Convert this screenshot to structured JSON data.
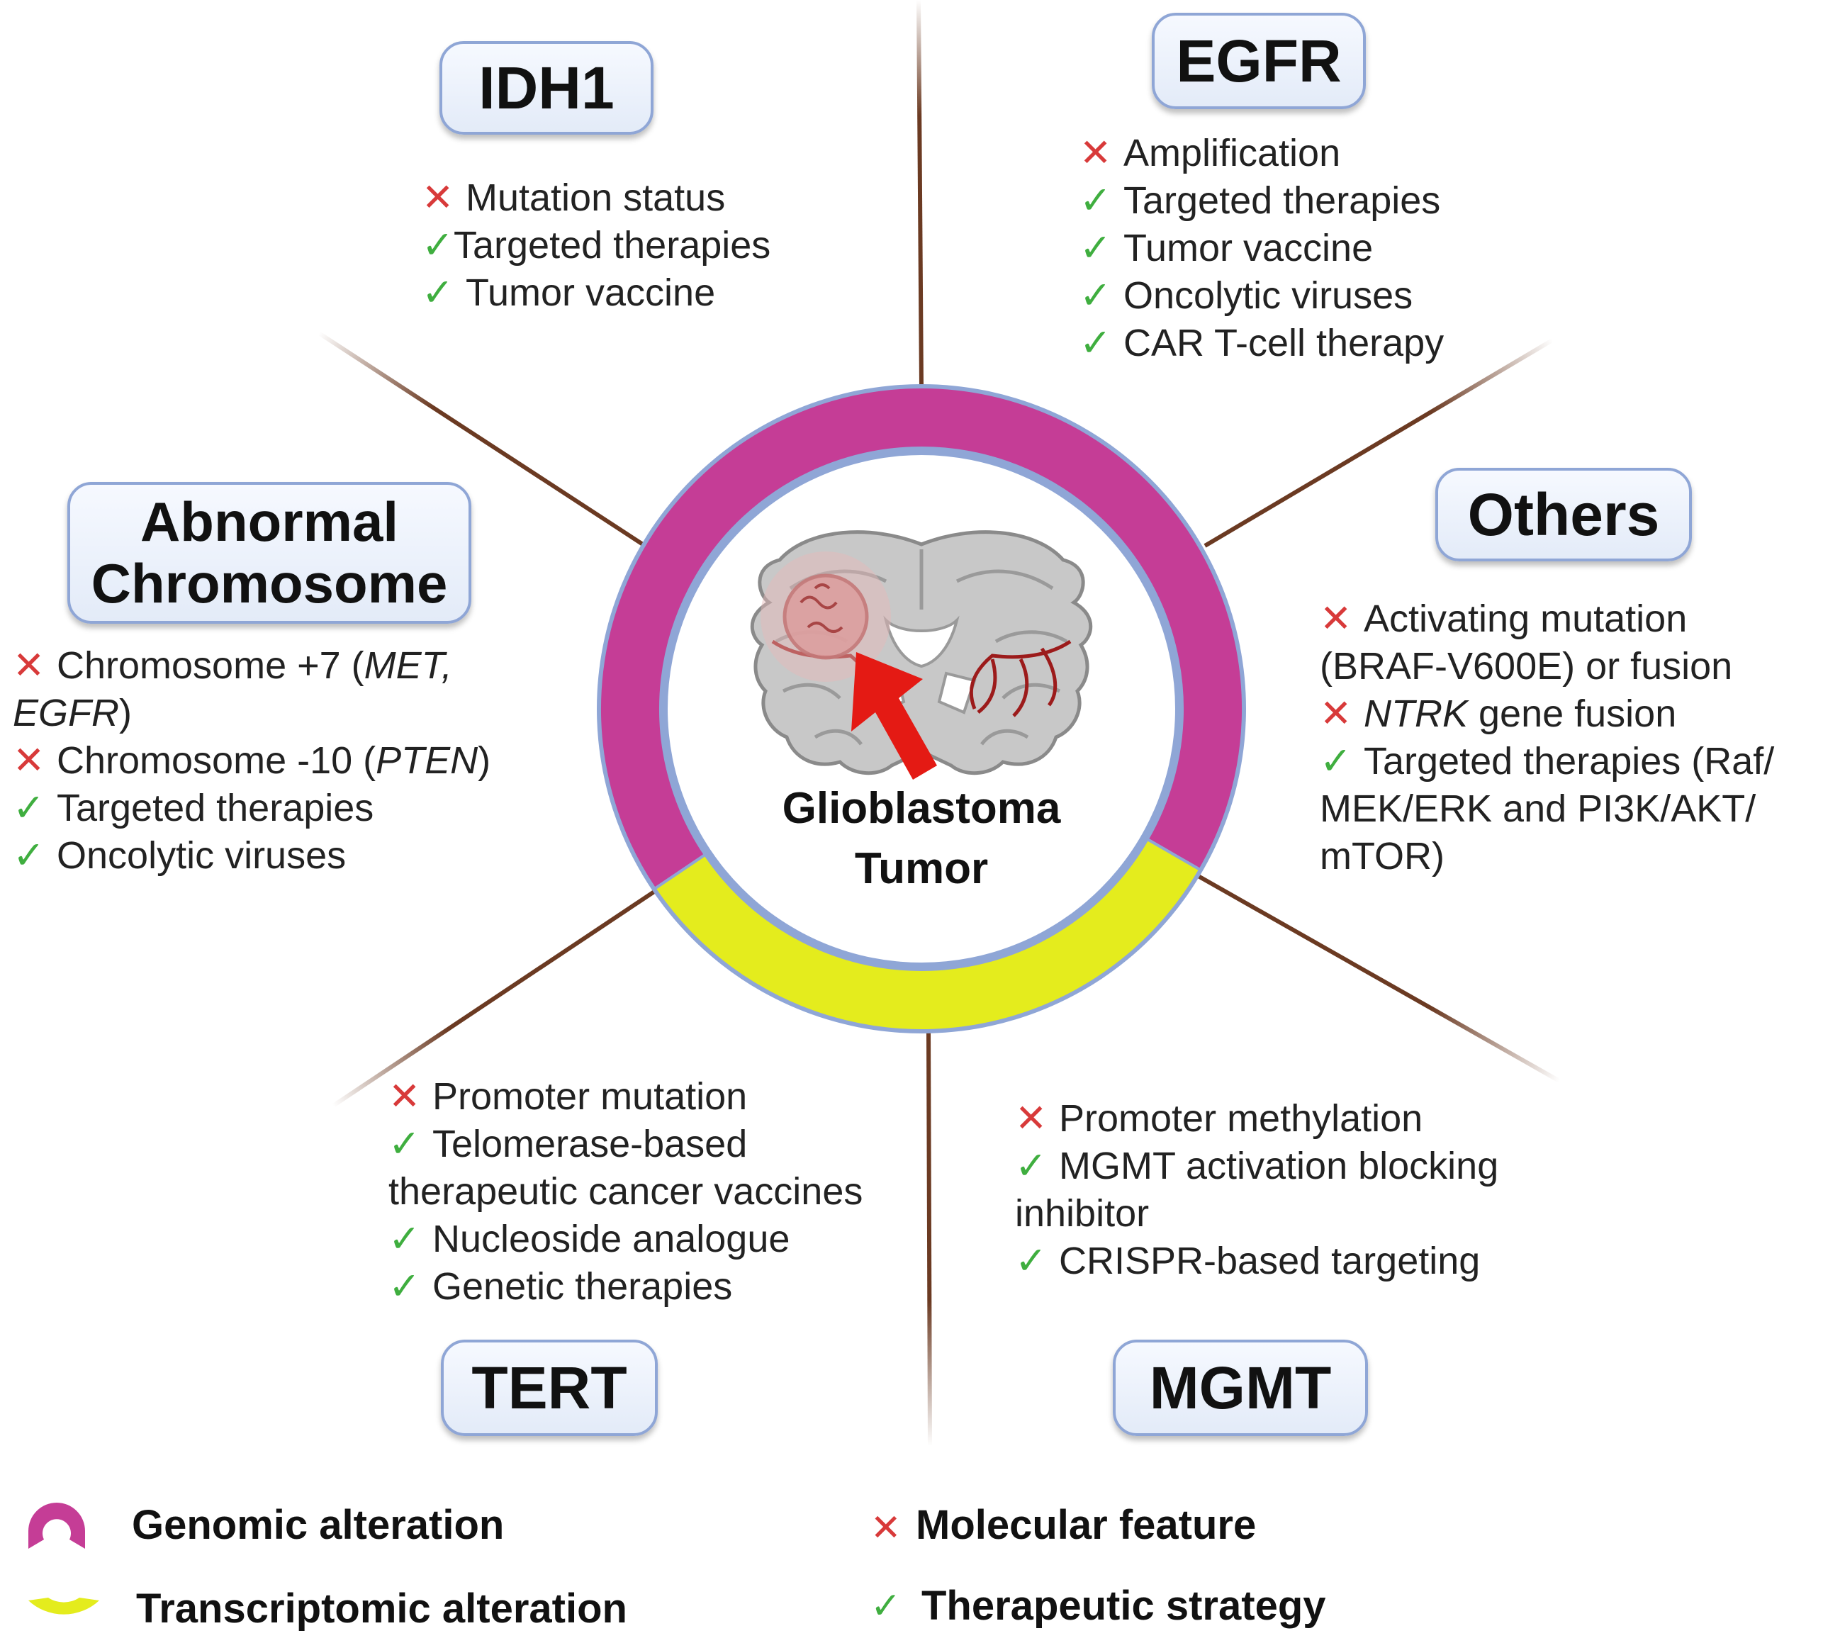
{
  "colors": {
    "genomic": "#c53d96",
    "transcriptomic": "#e4ec1d",
    "ring_border": "#8fa6d6",
    "spoke": "#6b3a22",
    "x_mark": "#d83a3a",
    "check_mark": "#3fae3f",
    "arrow": "#e41a14"
  },
  "marks": {
    "x": "✕",
    "check": "✓"
  },
  "center": {
    "line1": "Glioblastoma",
    "line2": "Tumor",
    "icon": "brain-coronal-section-icon"
  },
  "idh1": {
    "title": "IDH1",
    "items": [
      {
        "type": "x",
        "text": "Mutation status"
      },
      {
        "type": "check",
        "text": "Targeted therapies"
      },
      {
        "type": "check",
        "text": "Tumor vaccine"
      }
    ]
  },
  "egfr": {
    "title": "EGFR",
    "items": [
      {
        "type": "x",
        "text": "Amplification"
      },
      {
        "type": "check",
        "text": "Targeted therapies"
      },
      {
        "type": "check",
        "text": "Tumor vaccine"
      },
      {
        "type": "check",
        "text": "Oncolytic viruses"
      },
      {
        "type": "check",
        "text": "CAR T-cell therapy"
      }
    ]
  },
  "abnormal_chromosome": {
    "title_line1": "Abnormal",
    "title_line2": "Chromosome",
    "items": [
      {
        "type": "x",
        "text_a": "Chromosome +7 (",
        "text_b": "MET,",
        "text_c": "EGFR",
        "text_d": ")"
      },
      {
        "type": "x",
        "text_a": "Chromosome -10 (",
        "text_b": "PTEN",
        "text_c": ")"
      },
      {
        "type": "check",
        "text": "Targeted therapies"
      },
      {
        "type": "check",
        "text": "Oncolytic viruses"
      }
    ]
  },
  "others": {
    "title": "Others",
    "items": [
      {
        "type": "x",
        "text": "Activating mutation",
        "cont": "(BRAF-V600E) or fusion"
      },
      {
        "type": "x",
        "text_italic": "NTRK",
        "text": " gene fusion"
      },
      {
        "type": "check",
        "text": "Targeted therapies (Raf/",
        "cont": "MEK/ERK and PI3K/AKT/",
        "cont2": "mTOR)"
      }
    ]
  },
  "tert": {
    "title": "TERT",
    "items": [
      {
        "type": "x",
        "text": "Promoter mutation"
      },
      {
        "type": "check",
        "text": "Telomerase-based",
        "cont": "therapeutic cancer vaccines"
      },
      {
        "type": "check",
        "text": "Nucleoside analogue"
      },
      {
        "type": "check",
        "text": "Genetic therapies"
      }
    ]
  },
  "mgmt": {
    "title": "MGMT",
    "items": [
      {
        "type": "x",
        "text": "Promoter methylation"
      },
      {
        "type": "check",
        "text": "MGMT activation blocking",
        "cont": "inhibitor"
      },
      {
        "type": "check",
        "text": "CRISPR-based targeting"
      }
    ]
  },
  "legend": {
    "genomic": "Genomic alteration",
    "transcriptomic": "Transcriptomic alteration",
    "molecular": "Molecular feature",
    "therapeutic": "Therapeutic strategy"
  }
}
